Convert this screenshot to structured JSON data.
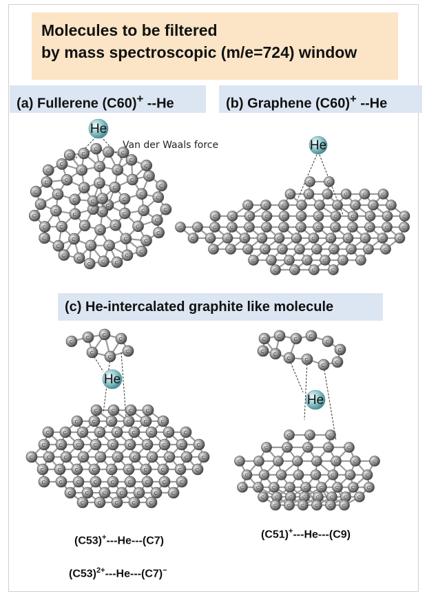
{
  "title": {
    "line1": "Molecules to be filtered",
    "line2": "by mass spectroscopic (m/e=724) window"
  },
  "labels": {
    "a_main": "(a) Fullerene (C60)",
    "a_sup": "+",
    "a_tail": " --He",
    "b_main": "(b) Graphene (C60)",
    "b_sup": "+",
    "b_tail": " --He",
    "c": "(c) He-intercalated graphite like molecule"
  },
  "annotation": "Van der Waals force",
  "atom_label": "He",
  "carbon_label": "C",
  "formulas": {
    "f1": {
      "a": "(C53)",
      "sa": "+",
      "b": "---He---(C7)"
    },
    "f2": {
      "a": "(C53)",
      "sa": "2+",
      "b": "---He---(C7)",
      "sb": "−"
    },
    "f3": {
      "a": "(C51)",
      "sa": "+",
      "b": "---He---(C9)"
    }
  },
  "colors": {
    "title_bg": "#fbe5c6",
    "label_bg": "#dce6f2",
    "carbon": "#8c8c8c",
    "helium": "#7fb8bf"
  }
}
